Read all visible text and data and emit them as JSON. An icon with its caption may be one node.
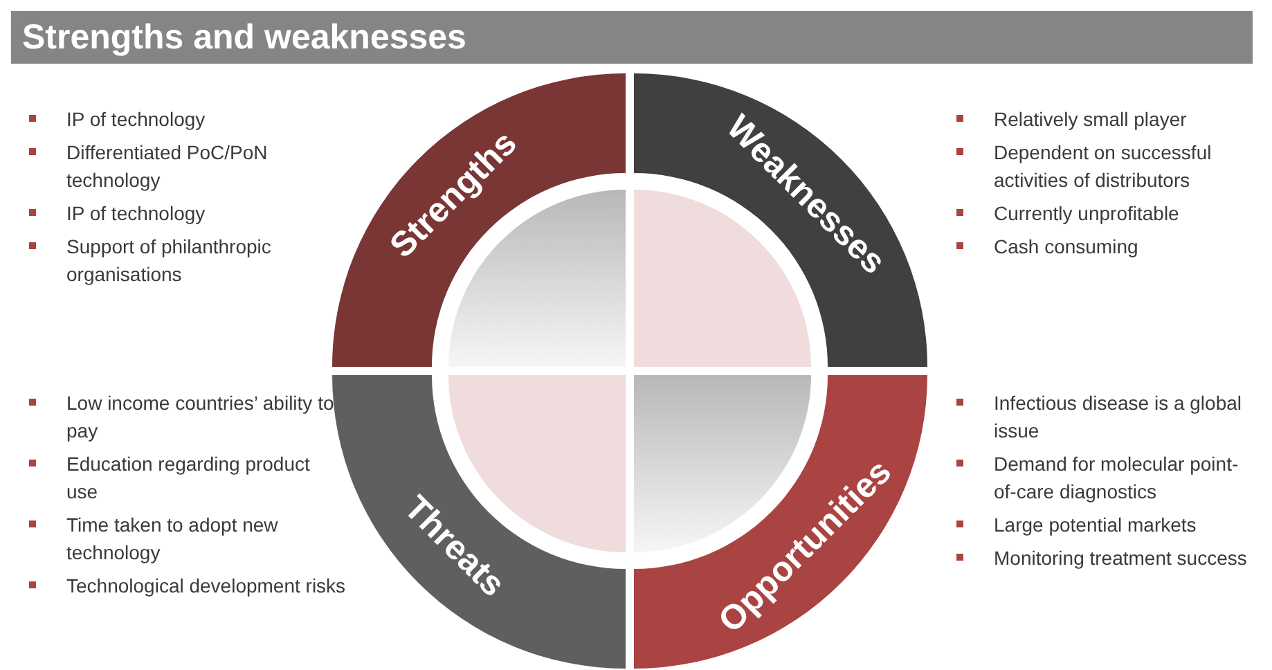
{
  "diagram": {
    "title": "Strengths and weaknesses",
    "nodes": [
      {
        "text": [
          "Strengths"
        ]
      },
      {
        "text": [
          "Weaknesses"
        ]
      },
      {
        "text": [
          "Threats"
        ]
      },
      {
        "text": [
          "Opportunities"
        ]
      }
    ],
    "labels": [
      "IP of technology",
      "Differentiated PoC/PoN technology",
      "IP of technology",
      "Support of philanthropic organisations",
      "Relatively small player",
      "Dependent on successful activities of distributors",
      "Currently unprofitable",
      "Cash consuming",
      "Low income countries’ ability to pay",
      "Education regarding product use",
      "Time taken to adopt new technology",
      "Technological development risks",
      "Infectious disease is a global issue",
      "Demand for molecular point-of-care diagnostics",
      "Large potential markets",
      "Monitoring treatment success"
    ]
  }
}
